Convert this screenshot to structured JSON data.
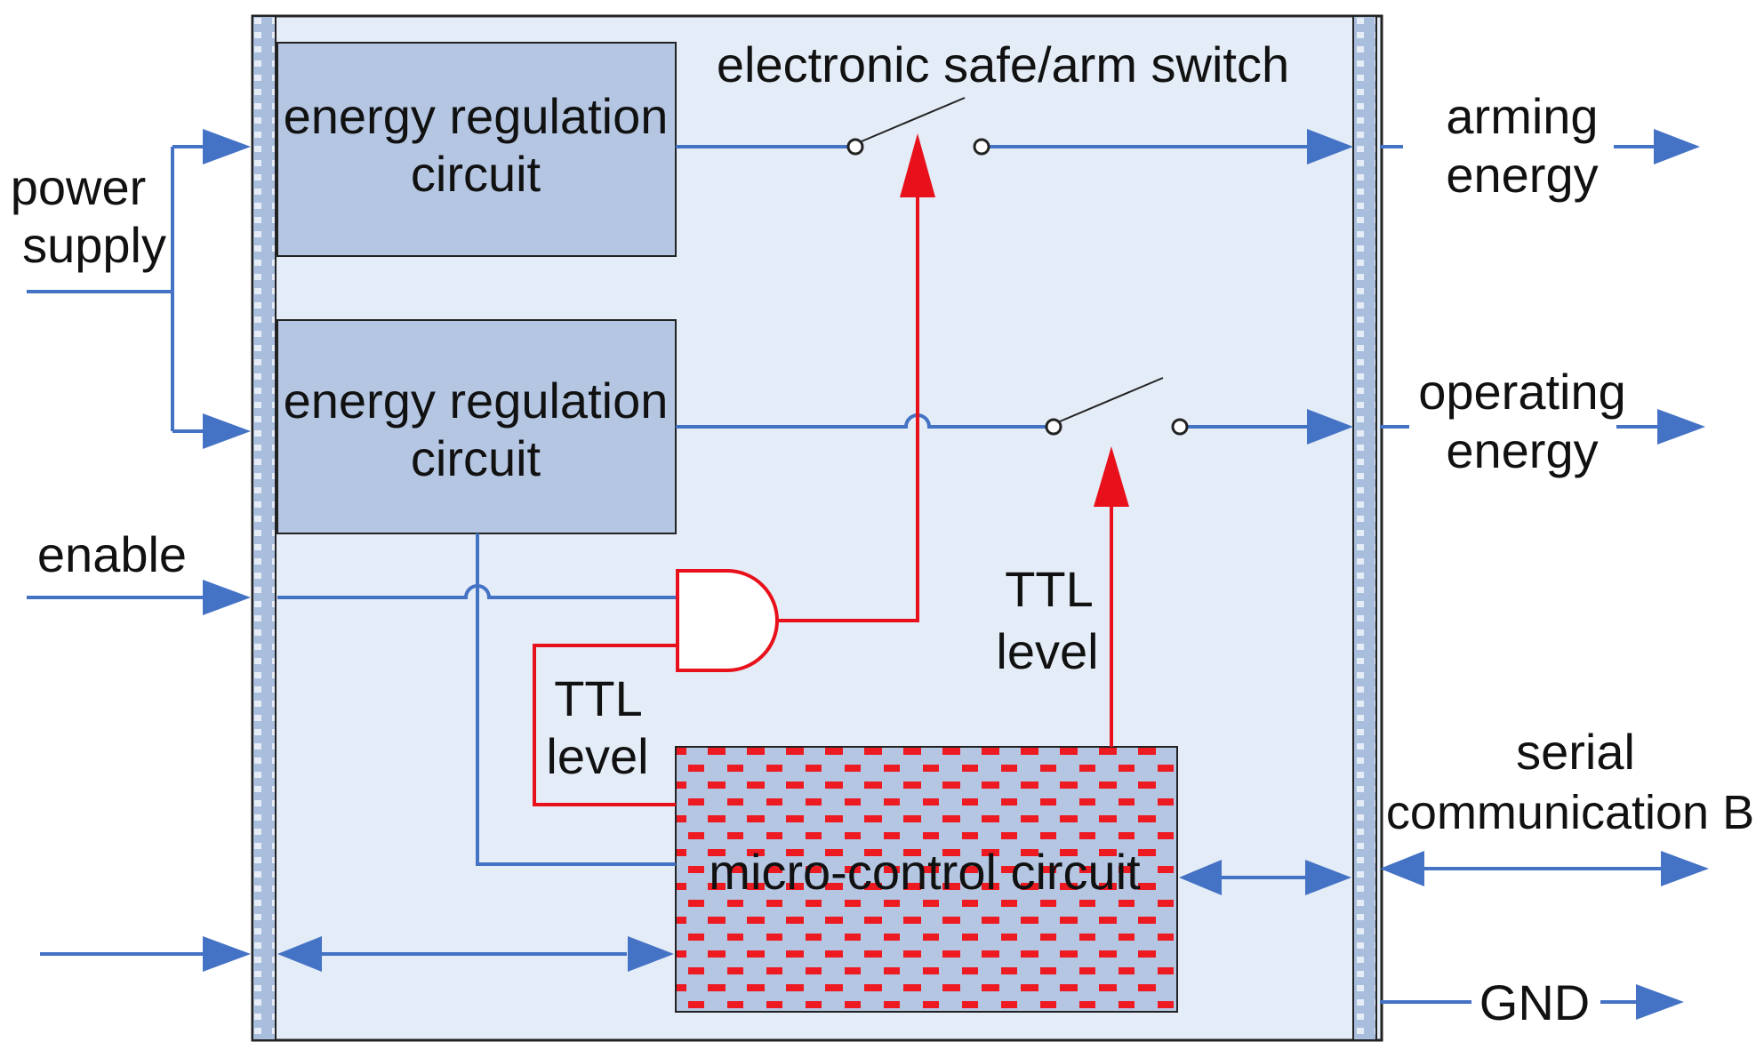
{
  "labels": {
    "power_supply_line1": "power",
    "power_supply_line2": "supply",
    "enable": "enable",
    "switch_title": "electronic safe/arm switch",
    "erc1_line1": "energy regulation",
    "erc1_line2": "circuit",
    "erc2_line1": "energy regulation",
    "erc2_line2": "circuit",
    "arming_line1": "arming",
    "arming_line2": "energy",
    "operating_line1": "operating",
    "operating_line2": "energy",
    "ttl_right_line1": "TTL",
    "ttl_right_line2": "level",
    "ttl_left_line1": "TTL",
    "ttl_left_line2": "level",
    "serial_line1": "serial",
    "serial_line2": "communication B",
    "mcu": "micro-control circuit",
    "gnd": "GND"
  },
  "colors": {
    "signal_line": "#4472c4",
    "control_line": "#e8101a",
    "enclosure_fill": "#e4ecf7",
    "block_fill": "#b4c6e2",
    "rail_fill": "#adc0dd"
  }
}
